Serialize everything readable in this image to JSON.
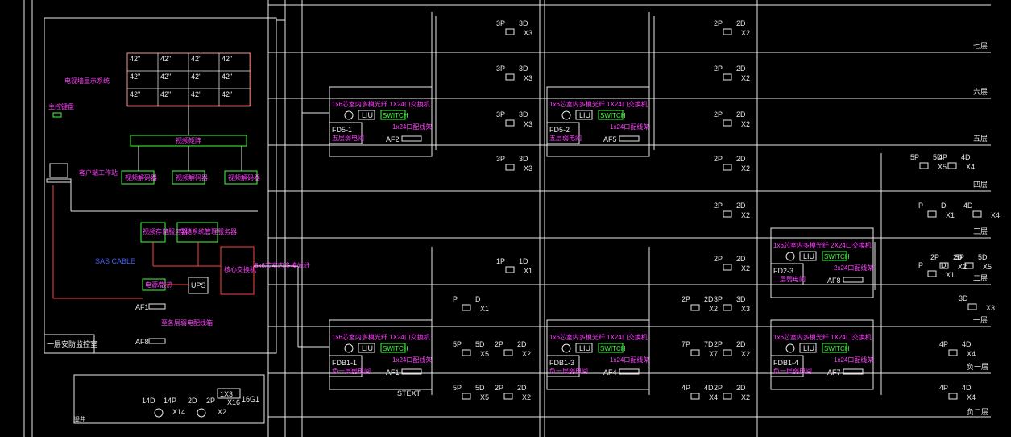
{
  "floors": [
    "七层",
    "六层",
    "五层",
    "四层",
    "三层",
    "二层",
    "一层",
    "负一层",
    "负二层"
  ],
  "control_room": {
    "title": "一层安防监控室",
    "wall_label": "电视墙显示系统",
    "monitor_tiles": [
      "42\"",
      "42\"",
      "42\"",
      "42\"",
      "42\"",
      "42\"",
      "42\"",
      "42\"",
      "42\"",
      "42\"",
      "42\"",
      "42\""
    ],
    "keyboard_label": "主控键盘",
    "matrix_label": "视频矩阵",
    "workstation_label": "客户端工作站",
    "decoders": [
      "视频解码器",
      "视频解码器",
      "视频解码器"
    ],
    "storage": [
      "视频存储服务器",
      "存储系统管理服务器"
    ],
    "sas_label": "SAS CABLE",
    "core_switch": "核心交换机",
    "core_link": "8x6芯室内多模光纤",
    "fan": "电源/散热",
    "ups": "UPS",
    "af_labels": [
      "AF1",
      "AF8"
    ],
    "dots_label": "至各层弱电配线箱"
  },
  "cabinets": [
    {
      "title": "FD5-1",
      "sub": "五层弱电间",
      "fiber": "1x6芯室内多模光纤 1X24口交换机",
      "liu": "LIU",
      "switch": "SWITCH",
      "patch": "1x24口配线架",
      "af": "AF2"
    },
    {
      "title": "FD5-2",
      "sub": "五层弱电间",
      "fiber": "1x6芯室内多模光纤 1X24口交换机",
      "liu": "LIU",
      "switch": "SWITCH",
      "patch": "1x24口配线架",
      "af": "AF5"
    },
    {
      "title": "FD2-3",
      "sub": "二层弱电间",
      "fiber": "1x6芯室内多模光纤 2X24口交换机",
      "liu": "LIU",
      "switch": "SWITCH",
      "patch": "2x24口配线架",
      "af": "AF8"
    },
    {
      "title": "FDB1-1",
      "sub": "负一层弱电间",
      "fiber": "1x6芯室内多模光纤 1X24口交换机",
      "liu": "LIU",
      "switch": "SWITCH",
      "patch": "1x24口配线架",
      "af": "AF1"
    },
    {
      "title": "FDB1-3",
      "sub": "负一层弱电间",
      "fiber": "1x6芯室内多模光纤 1X24口交换机",
      "liu": "LIU",
      "switch": "SWITCH",
      "patch": "1x24口配线架",
      "af": "AF4"
    },
    {
      "title": "FDB1-4",
      "sub": "负一层弱电间",
      "fiber": "1x6芯室内多模光纤 1X24口交换机",
      "liu": "LIU",
      "switch": "SWITCH",
      "patch": "1x24口配线架",
      "af": "AF7"
    }
  ],
  "camera_groups": [
    {
      "p": "3P",
      "d": "3D",
      "x": "X3"
    },
    {
      "p": "3P",
      "d": "3D",
      "x": "X3"
    },
    {
      "p": "3P",
      "d": "3D",
      "x": "X3"
    },
    {
      "p": "3P",
      "d": "3D",
      "x": "X3"
    },
    {
      "p": "2P",
      "d": "2D",
      "x": "X2"
    },
    {
      "p": "2P",
      "d": "2D",
      "x": "X2"
    },
    {
      "p": "2P",
      "d": "2D",
      "x": "X2"
    },
    {
      "p": "2P",
      "d": "2D",
      "x": "X2"
    },
    {
      "p": "2P",
      "d": "2D",
      "x": "X2"
    },
    {
      "p": "5P",
      "d": "5D",
      "x": "X5"
    },
    {
      "p": "4P",
      "d": "4D",
      "x": "X4"
    },
    {
      "p": "P",
      "d": "D",
      "x": "X1"
    },
    {
      "p": "4D",
      "d": "",
      "x": "X4"
    },
    {
      "p": "2P",
      "d": "2D",
      "x": "X2"
    },
    {
      "p": "5P",
      "d": "5D",
      "x": "X5"
    },
    {
      "p": "P",
      "d": "D",
      "x": "X1"
    },
    {
      "p": "3D",
      "d": "",
      "x": "X3"
    },
    {
      "p": "1P",
      "d": "1D",
      "x": "X1"
    },
    {
      "p": "P",
      "d": "D",
      "x": "X1"
    },
    {
      "p": "5P",
      "d": "5D",
      "x": "X5"
    },
    {
      "p": "2P",
      "d": "2D",
      "x": "X2"
    },
    {
      "p": "5P",
      "d": "5D",
      "x": "X5"
    },
    {
      "p": "2P",
      "d": "2D",
      "x": "X2"
    },
    {
      "p": "2P",
      "d": "2D",
      "x": "X2"
    },
    {
      "p": "2P",
      "d": "2D",
      "x": "X2"
    },
    {
      "p": "3P",
      "d": "3D",
      "x": "X3"
    },
    {
      "p": "7P",
      "d": "7D",
      "x": "X7"
    },
    {
      "p": "2P",
      "d": "2D",
      "x": "X2"
    },
    {
      "p": "4P",
      "d": "4D",
      "x": "X4"
    },
    {
      "p": "2P",
      "d": "2D",
      "x": "X2"
    },
    {
      "p": "4P",
      "d": "4D",
      "x": "X4"
    },
    {
      "p": "4P",
      "d": "4D",
      "x": "X4"
    }
  ],
  "basement_legend": {
    "left": "14D",
    "left2": "14P",
    "lx": "X14",
    "mid": "2D",
    "mid2": "2P",
    "mx": "X2",
    "box": "1X3",
    "bx": "X16",
    "g": "16G1"
  },
  "text_tag": "STEXT",
  "corner_label": "竖井"
}
